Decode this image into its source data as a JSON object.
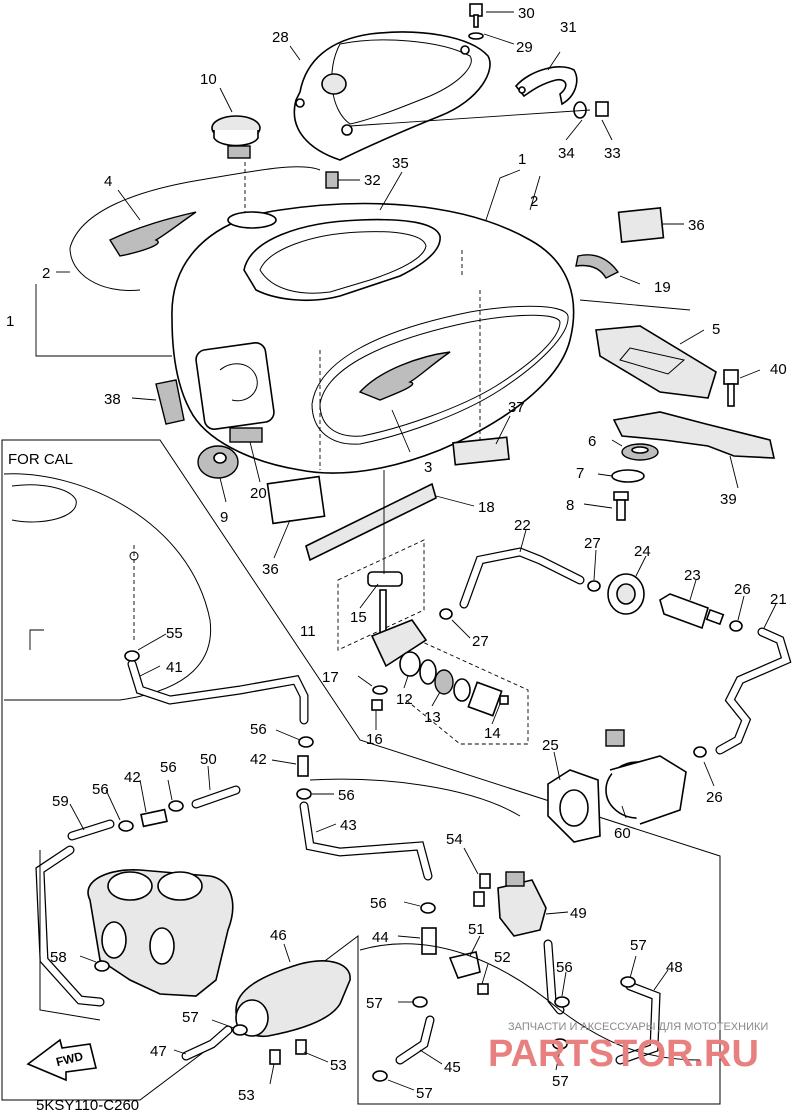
{
  "diagram": {
    "code": "5KSY110-C260",
    "region_label": "FOR CAL",
    "direction_label": "FWD",
    "watermark": {
      "caption": "ЗАПЧАСТИ И АКСЕССУАРЫ ДЛЯ МОТОТЕХНИКИ",
      "brand": "PARTSTOR.RU"
    },
    "colors": {
      "line": "#000000",
      "fill": "#ffffff",
      "shade": "#e8e8e8",
      "watermark": "#e98080"
    },
    "callouts": [
      {
        "id": "c30",
        "text": "30"
      },
      {
        "id": "c29",
        "text": "29"
      },
      {
        "id": "c31",
        "text": "31"
      },
      {
        "id": "c28",
        "text": "28"
      },
      {
        "id": "c10",
        "text": "10"
      },
      {
        "id": "c34",
        "text": "34"
      },
      {
        "id": "c33",
        "text": "33"
      },
      {
        "id": "c4",
        "text": "4"
      },
      {
        "id": "c32",
        "text": "32"
      },
      {
        "id": "c35",
        "text": "35"
      },
      {
        "id": "c1a",
        "text": "1"
      },
      {
        "id": "c2a",
        "text": "2"
      },
      {
        "id": "c36a",
        "text": "36"
      },
      {
        "id": "c2b",
        "text": "2"
      },
      {
        "id": "c1b",
        "text": "1"
      },
      {
        "id": "c19",
        "text": "19"
      },
      {
        "id": "c5",
        "text": "5"
      },
      {
        "id": "c40",
        "text": "40"
      },
      {
        "id": "c38",
        "text": "38"
      },
      {
        "id": "c37",
        "text": "37"
      },
      {
        "id": "c6",
        "text": "6"
      },
      {
        "id": "c3",
        "text": "3"
      },
      {
        "id": "c20",
        "text": "20"
      },
      {
        "id": "c9",
        "text": "9"
      },
      {
        "id": "c7",
        "text": "7"
      },
      {
        "id": "c39",
        "text": "39"
      },
      {
        "id": "c8",
        "text": "8"
      },
      {
        "id": "c18",
        "text": "18"
      },
      {
        "id": "c36b",
        "text": "36"
      },
      {
        "id": "c22",
        "text": "22"
      },
      {
        "id": "c27a",
        "text": "27"
      },
      {
        "id": "c24",
        "text": "24"
      },
      {
        "id": "c23",
        "text": "23"
      },
      {
        "id": "c26a",
        "text": "26"
      },
      {
        "id": "c21",
        "text": "21"
      },
      {
        "id": "c15",
        "text": "15"
      },
      {
        "id": "c55",
        "text": "55"
      },
      {
        "id": "c11",
        "text": "11"
      },
      {
        "id": "c27b",
        "text": "27"
      },
      {
        "id": "c41",
        "text": "41"
      },
      {
        "id": "c17",
        "text": "17"
      },
      {
        "id": "c12",
        "text": "12"
      },
      {
        "id": "c13",
        "text": "13"
      },
      {
        "id": "c14",
        "text": "14"
      },
      {
        "id": "c16",
        "text": "16"
      },
      {
        "id": "c56a",
        "text": "56"
      },
      {
        "id": "c25",
        "text": "25"
      },
      {
        "id": "c42a",
        "text": "42"
      },
      {
        "id": "c50",
        "text": "50"
      },
      {
        "id": "c42b",
        "text": "42"
      },
      {
        "id": "c56b",
        "text": "56"
      },
      {
        "id": "c56c",
        "text": "56"
      },
      {
        "id": "c26b",
        "text": "26"
      },
      {
        "id": "c59",
        "text": "59"
      },
      {
        "id": "c56d",
        "text": "56"
      },
      {
        "id": "c43",
        "text": "43"
      },
      {
        "id": "c60",
        "text": "60"
      },
      {
        "id": "c54",
        "text": "54"
      },
      {
        "id": "c56e",
        "text": "56"
      },
      {
        "id": "c49",
        "text": "49"
      },
      {
        "id": "c46",
        "text": "46"
      },
      {
        "id": "c44",
        "text": "44"
      },
      {
        "id": "c51",
        "text": "51"
      },
      {
        "id": "c58",
        "text": "58"
      },
      {
        "id": "c52",
        "text": "52"
      },
      {
        "id": "c57a",
        "text": "57"
      },
      {
        "id": "c56f",
        "text": "56"
      },
      {
        "id": "c48",
        "text": "48"
      },
      {
        "id": "c57b",
        "text": "57"
      },
      {
        "id": "c57c",
        "text": "57"
      },
      {
        "id": "c47",
        "text": "47"
      },
      {
        "id": "c45",
        "text": "45"
      },
      {
        "id": "c53a",
        "text": "53"
      },
      {
        "id": "c53b",
        "text": "53"
      },
      {
        "id": "c57d",
        "text": "57"
      },
      {
        "id": "c57e",
        "text": "57"
      }
    ]
  }
}
